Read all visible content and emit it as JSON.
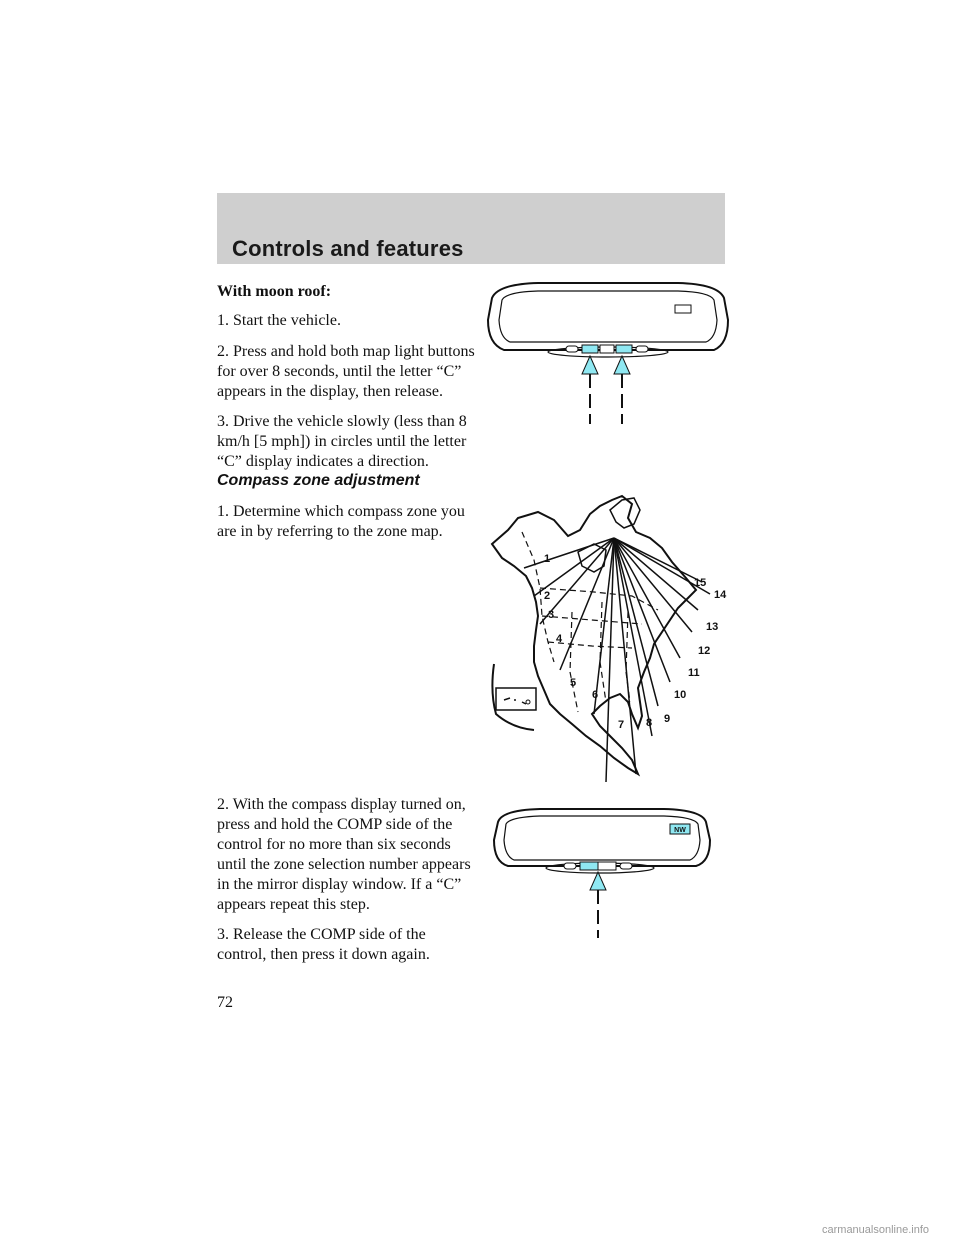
{
  "header": {
    "title": "Controls and features"
  },
  "section1": {
    "heading": "With moon roof:",
    "step1": "1. Start the vehicle.",
    "step2": "2. Press and hold both map light buttons for over 8 seconds, until the letter “C” appears in the display, then release.",
    "step3": "3. Drive the vehicle slowly (less than 8 km/h [5 mph]) in circles until the letter “C” display indicates a direction."
  },
  "section2": {
    "heading": "Compass zone adjustment",
    "step1": "1. Determine which compass zone you are in by referring to the zone map.",
    "step2": "2. With the compass display turned on, press and hold the COMP side of the control for no more than six seconds until the zone selection number appears in the mirror display window. If a “C” appears repeat this step.",
    "step3": "3. Release the COMP side of the control, then press it down again."
  },
  "zone_map": {
    "labels": [
      "1",
      "2",
      "3",
      "4",
      "5",
      "6",
      "7",
      "8",
      "9",
      "10",
      "11",
      "12",
      "13",
      "14",
      "15"
    ]
  },
  "mirror2": {
    "display": "NW"
  },
  "page_number": "72",
  "watermark": "carmanualsonline.info",
  "colors": {
    "arrow": "#8fe8f2",
    "header_band": "#cfcfcf"
  }
}
